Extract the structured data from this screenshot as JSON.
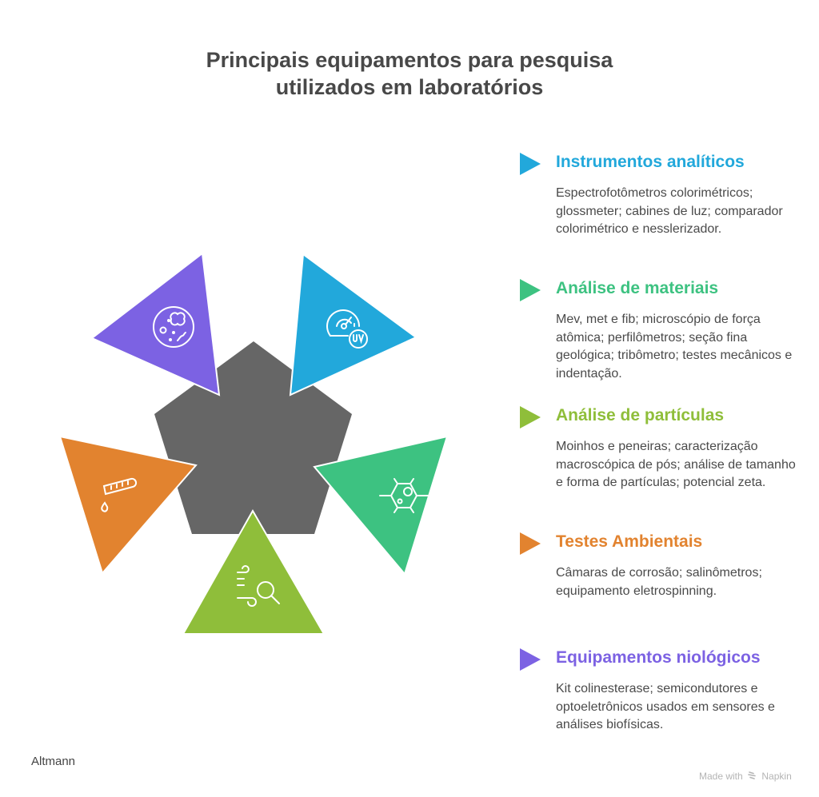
{
  "title": {
    "line1": "Principais equipamentos para pesquisa",
    "line2": "utilizados em laboratórios"
  },
  "diagram": {
    "center_color": "#666666",
    "segments": [
      {
        "key": "analytical",
        "color": "#22A8DB",
        "icon": "uv-gauge-icon"
      },
      {
        "key": "materials",
        "color": "#3DC281",
        "icon": "cell-molecule-icon"
      },
      {
        "key": "particles",
        "color": "#8FBE3A",
        "icon": "wind-magnifier-icon"
      },
      {
        "key": "environmental",
        "color": "#E2832F",
        "icon": "test-tube-drop-icon"
      },
      {
        "key": "biological",
        "color": "#7C62E3",
        "icon": "petri-dish-microbes-icon"
      }
    ]
  },
  "legend": [
    {
      "title": "Instrumentos analíticos",
      "color": "#22A8DB",
      "description": "Espectrofotômetros colorimétricos; glossmeter; cabines de luz; comparador colorimétrico e nesslerizador."
    },
    {
      "title": "Análise de materiais",
      "color": "#3DC281",
      "description": "Mev, met e fib; microscópio de força atômica; perfilômetros; seção fina geológica; tribômetro; testes mecânicos e indentação."
    },
    {
      "title": "Análise de partículas",
      "color": "#8FBE3A",
      "description": "Moinhos e peneiras; caracterização macroscópica de pós; análise de tamanho e forma de partículas; potencial zeta."
    },
    {
      "title": "Testes Ambientais",
      "color": "#E2832F",
      "description": "Câmaras de corrosão; salinômetros; equipamento eletrospinning."
    },
    {
      "title": "Equipamentos niológicos",
      "color": "#7C62E3",
      "description": "Kit colinesterase; semicondutores e optoeletrônicos usados em sensores e análises biofísicas."
    }
  ],
  "author": "Altmann",
  "footer": {
    "made_with": "Made with",
    "brand": "Napkin"
  }
}
